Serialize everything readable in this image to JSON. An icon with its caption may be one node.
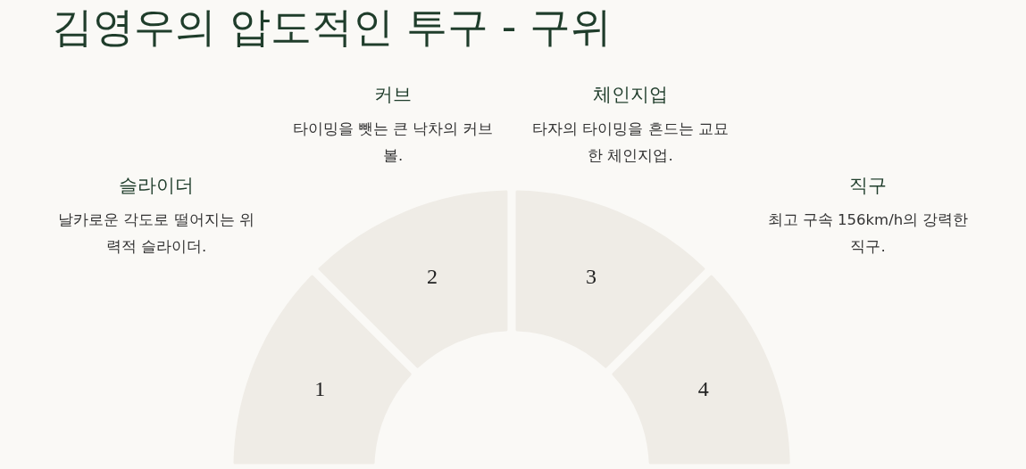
{
  "diagram": {
    "title": "김영우의 압도적인 투구 - 구위",
    "nodes": [
      {
        "text": [
          "1"
        ],
        "beside": [
          "슬라이더",
          "날카로운 각도로 떨어지는 위력적 슬라이더."
        ]
      },
      {
        "text": [
          "2"
        ],
        "beside": [
          "커브",
          "타이밍을 뺏는 큰 낙차의 커브볼."
        ]
      },
      {
        "text": [
          "3"
        ],
        "beside": [
          "체인지업",
          "타자의 타이밍을 흔드는 교묘한 체인지업."
        ]
      },
      {
        "text": [
          "4"
        ],
        "beside": [
          "직구",
          "최고 구속 156km/h의 강력한 직구."
        ]
      }
    ]
  }
}
